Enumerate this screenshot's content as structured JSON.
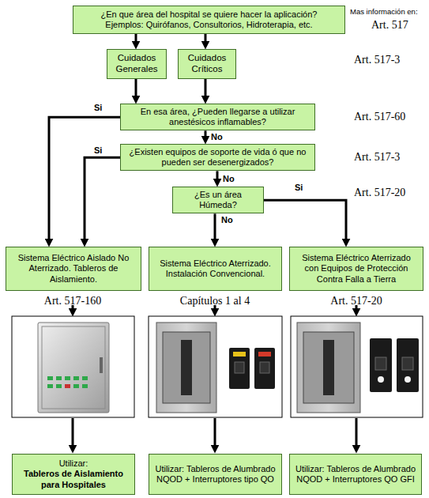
{
  "diagram": {
    "nodes": [
      {
        "text": [
          "¿En que área del hospital se quiere hacer la aplicación?",
          "Ejemplos: Quirófanos, Consultorios, Hidroterapia, etc."
        ]
      },
      {
        "text": [
          "Cuidados Generales"
        ]
      },
      {
        "text": [
          "Cuidados Críticos"
        ]
      },
      {
        "text": [
          "En esa área, ¿Pueden llegarse a utilizar anestésicos inflamables?"
        ]
      },
      {
        "text": [
          "¿Existen equipos de soporte de vida ó que no pueden ser desenergizados?"
        ]
      },
      {
        "text": [
          "¿Es un área Húmeda?"
        ]
      },
      {
        "text": [
          "Sistema Eléctrico Aislado No Aterrizado. Tableros de Aislamiento."
        ]
      },
      {
        "text": [
          "Sistema Eléctrico Aterrizado. Instalación Convencional."
        ]
      },
      {
        "text": [
          "Sistema Eléctrico Aterrizado con Equipos de Protección Contra Falla a Tierra"
        ]
      },
      {
        "text": [
          "Utilizar:",
          "Tableros de Aislamiento para Hospitales"
        ]
      },
      {
        "text": [
          "Utilizar: Tableros de Alumbrado NQOD + Interruptores tipo QO"
        ]
      },
      {
        "text": [
          "Utilizar: Tableros de Alumbrado NQOD + Interruptores QO GFI"
        ]
      }
    ],
    "edges": [
      {
        "from": 0,
        "to": 1,
        "arrow": "to"
      },
      {
        "from": 0,
        "to": 2,
        "arrow": "to"
      },
      {
        "from": 1,
        "to": 3,
        "arrow": "to"
      },
      {
        "from": 2,
        "to": 3,
        "arrow": "to"
      },
      {
        "from": 3,
        "to": 6,
        "label": "Si",
        "arrow": "to"
      },
      {
        "from": 3,
        "to": 4,
        "label": "No",
        "arrow": "to"
      },
      {
        "from": 4,
        "to": 6,
        "label": "Si",
        "arrow": "to"
      },
      {
        "from": 4,
        "to": 5,
        "label": "No",
        "arrow": "to"
      },
      {
        "from": 5,
        "to": 7,
        "label": "No",
        "arrow": "to"
      },
      {
        "from": 5,
        "to": 8,
        "label": "Si",
        "arrow": "to"
      }
    ],
    "labels": [
      "Mas información en:",
      "Art. 517",
      "Art. 517-3",
      "Art. 517-60",
      "Art. 517-3",
      "Art. 517-20",
      "Art. 517-160",
      "Capítulos 1 al 4",
      "Art. 517-20"
    ]
  }
}
